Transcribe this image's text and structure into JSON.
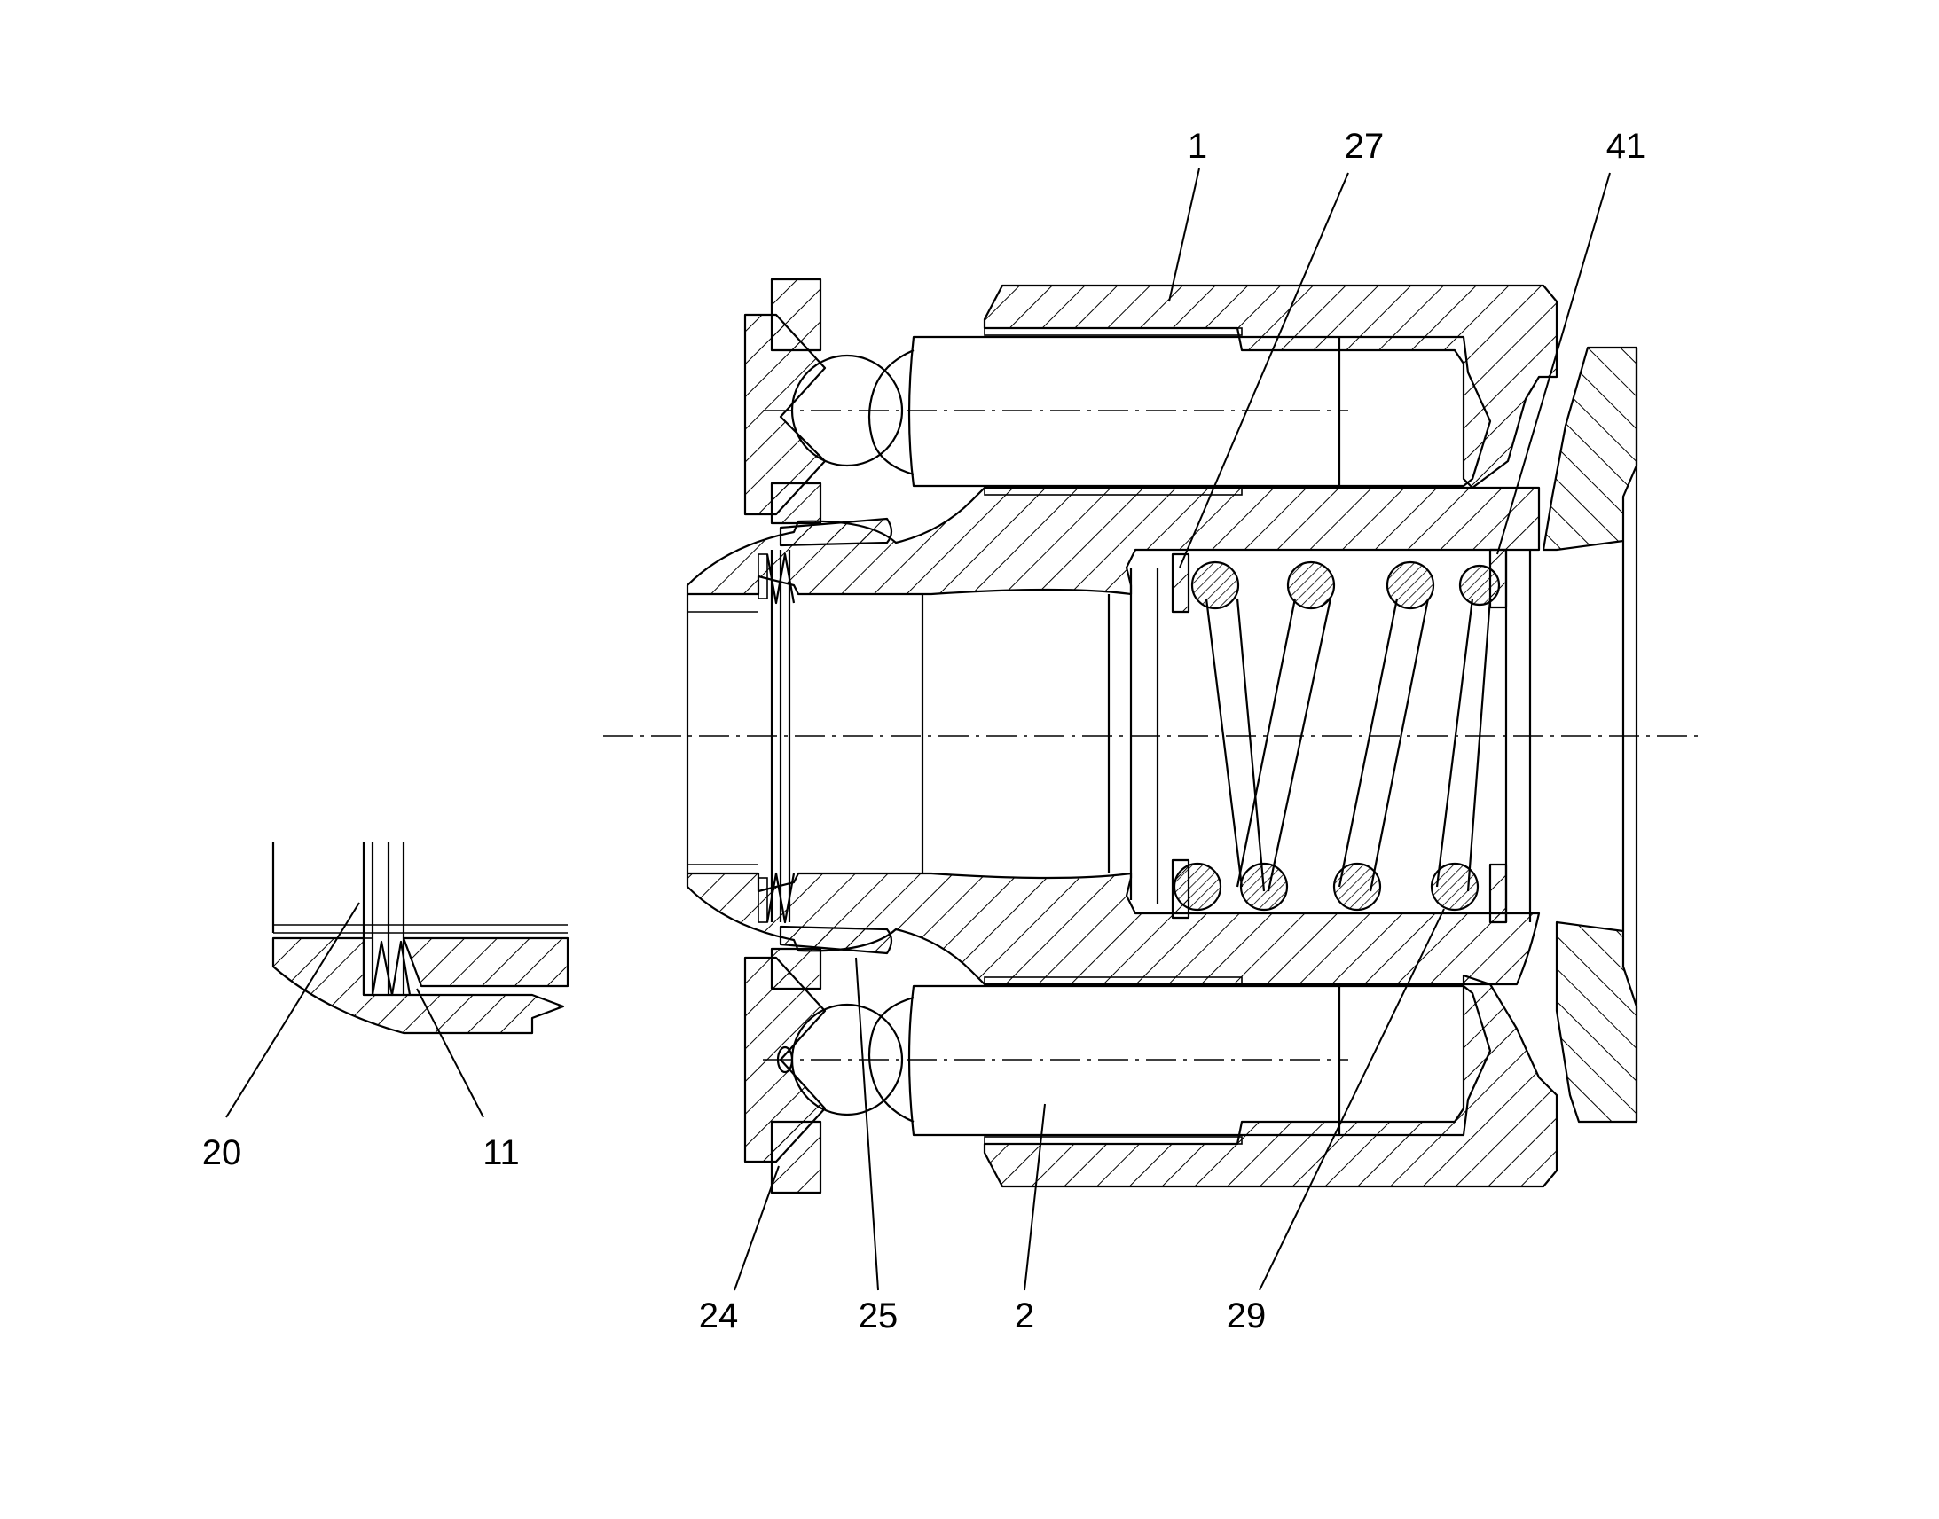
{
  "callouts": {
    "n1": "1",
    "n27": "27",
    "n41": "41",
    "n20": "20",
    "n11": "11",
    "n24": "24",
    "n25": "25",
    "n2": "2",
    "n29": "29"
  },
  "colors": {
    "ink": "#000000",
    "paper": "#ffffff"
  }
}
